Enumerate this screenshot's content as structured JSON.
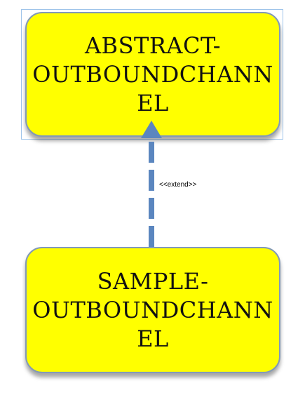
{
  "diagram": {
    "parent_class": {
      "lines": [
        "ABSTRACT-",
        "OUTBOUNDCHANN",
        "EL"
      ],
      "fill_color": "#ffff00",
      "border_color": "#8299b8"
    },
    "child_class": {
      "lines": [
        "SAMPLE-",
        "OUTBOUNDCHANN",
        "EL"
      ],
      "fill_color": "#ffff00",
      "border_color": "#8299b8"
    },
    "relationship": {
      "label": "<<extend>>",
      "style": "dashed",
      "arrow_color": "#5b86bf",
      "direction": "child-to-parent"
    }
  }
}
